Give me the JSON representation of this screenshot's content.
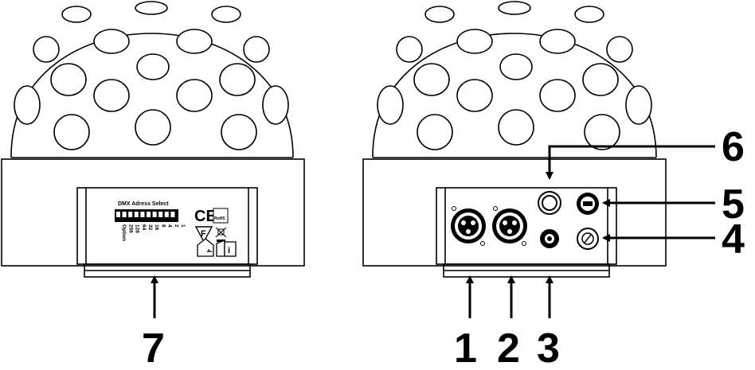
{
  "left_unit": {
    "dip_label": "DMX Adress Select",
    "dip_values": [
      "1",
      "2",
      "4",
      "8",
      "16",
      "32",
      "64",
      "128",
      "256",
      "Option"
    ],
    "ce_mark": "CE",
    "f_mark": "F",
    "rohs_mark": "RoHS",
    "info_mark": "i",
    "callout": "7"
  },
  "right_unit": {
    "callouts": {
      "c1": "1",
      "c2": "2",
      "c3": "3",
      "c4": "4",
      "c5": "5",
      "c6": "6"
    }
  }
}
